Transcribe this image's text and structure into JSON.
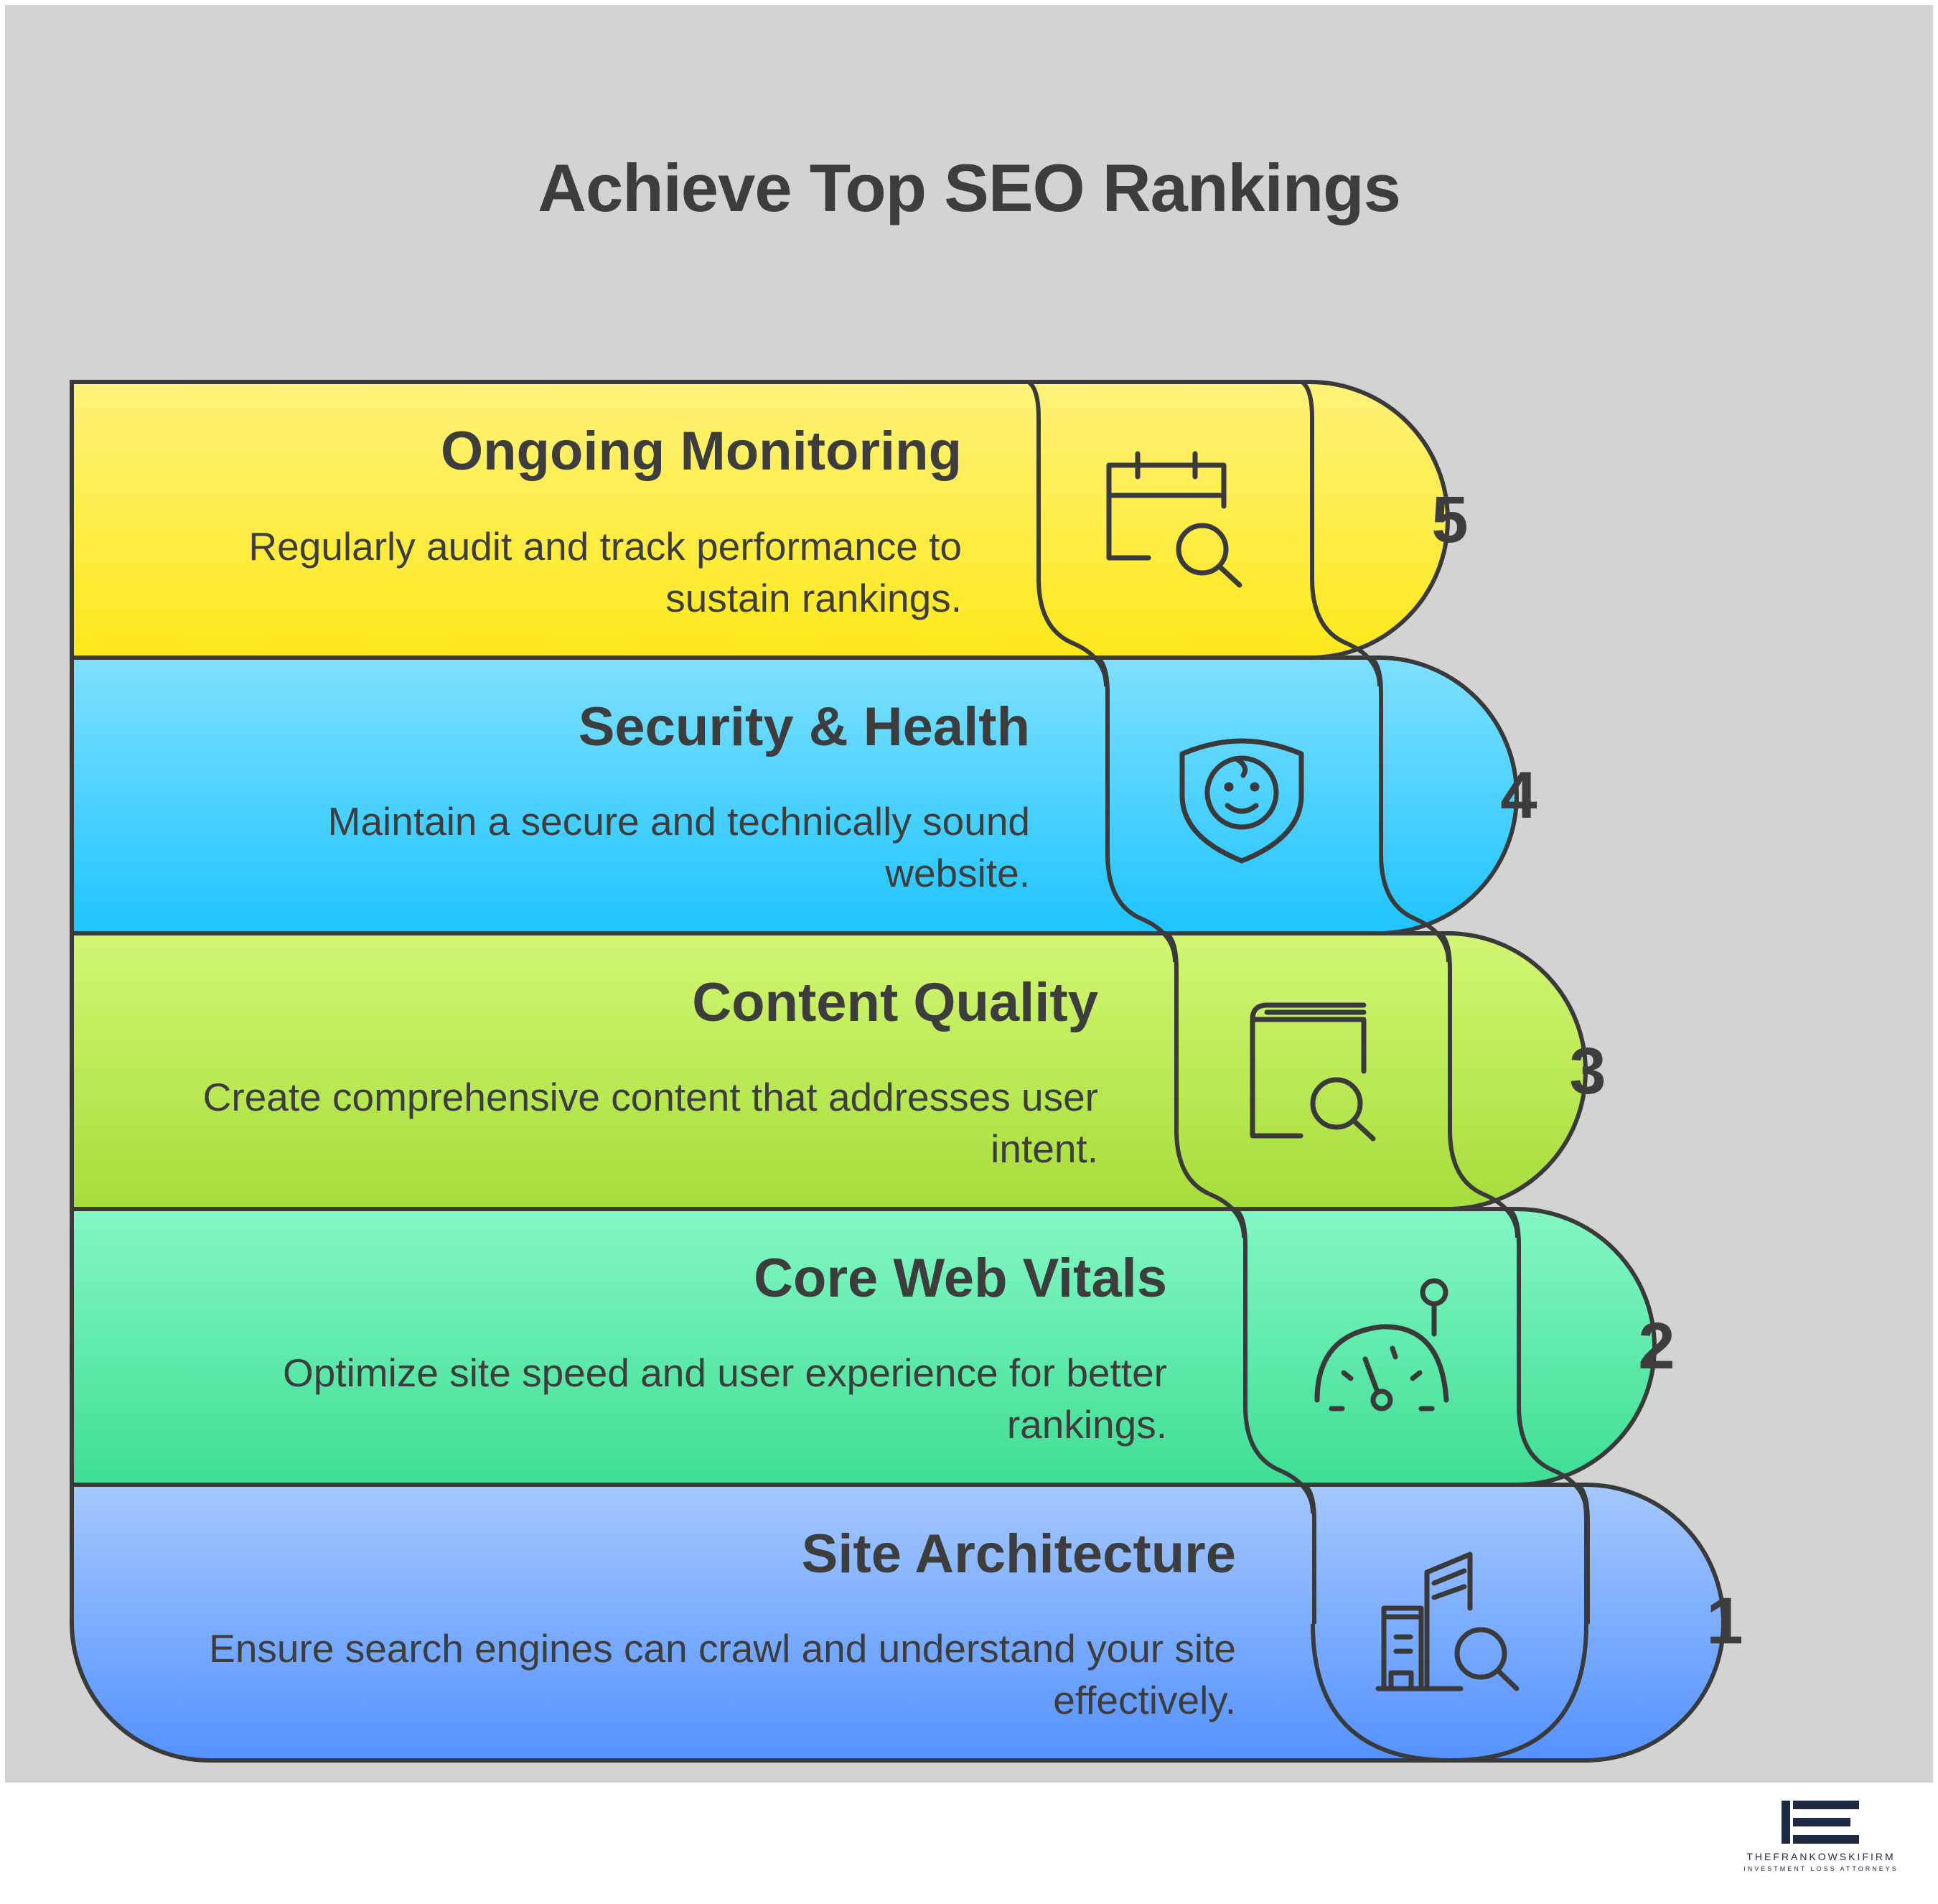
{
  "title": "Achieve Top SEO Rankings",
  "steps": [
    {
      "number": "5",
      "title": "Ongoing Monitoring",
      "description": "Regularly audit and track performance to sustain rankings.",
      "icon": "calendar-search-icon",
      "color_top": "#fff27a",
      "color_bottom": "#ffe81a"
    },
    {
      "number": "4",
      "title": "Security & Health",
      "description": "Maintain a secure and technically sound website.",
      "icon": "shield-face-icon",
      "color_top": "#7fe0ff",
      "color_bottom": "#1ec4ff"
    },
    {
      "number": "3",
      "title": "Content Quality",
      "description": "Create comprehensive content that addresses user intent.",
      "icon": "book-search-icon",
      "color_top": "#d2f774",
      "color_bottom": "#a6dd3a"
    },
    {
      "number": "2",
      "title": "Core Web Vitals",
      "description": "Optimize site speed and user experience for better rankings.",
      "icon": "speedometer-icon",
      "color_top": "#84f7c4",
      "color_bottom": "#3ede94"
    },
    {
      "number": "1",
      "title": "Site Architecture",
      "description": "Ensure search engines can crawl and understand your site effectively.",
      "icon": "buildings-search-icon",
      "color_top": "#a4c8ff",
      "color_bottom": "#5592ff"
    }
  ],
  "logo": {
    "main": "THEFRANKOWSKIFIRM",
    "sub": "INVESTMENT LOSS ATTORNEYS",
    "color": "#1e2a44"
  },
  "colors": {
    "background": "#d3d3d3",
    "outline": "#3a3a3a",
    "text": "#3d3d3d"
  }
}
